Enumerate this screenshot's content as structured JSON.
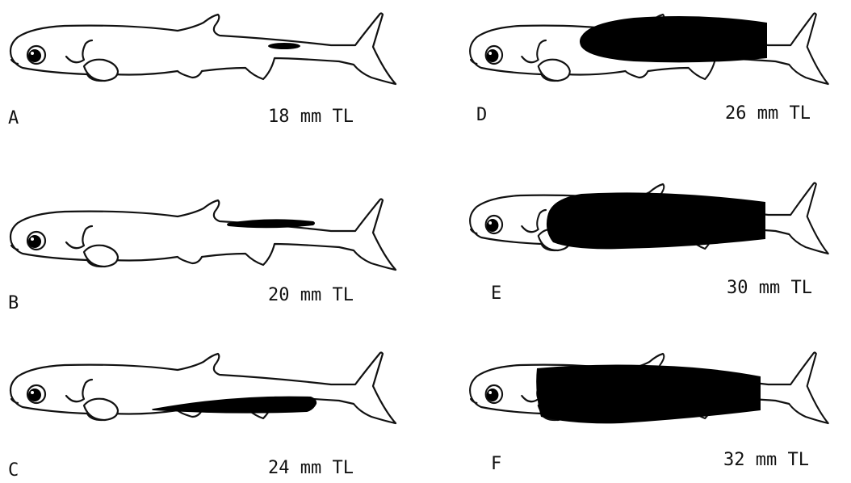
{
  "figure": {
    "panels": [
      {
        "id": "A",
        "label": "A",
        "size": "18 mm TL",
        "pigment": "spot"
      },
      {
        "id": "B",
        "label": "B",
        "size": "20 mm TL",
        "pigment": "bar"
      },
      {
        "id": "C",
        "label": "C",
        "size": "24 mm TL",
        "pigment": "long-bar"
      },
      {
        "id": "D",
        "label": "D",
        "size": "26 mm TL",
        "pigment": "mid-body"
      },
      {
        "id": "E",
        "label": "E",
        "size": "30 mm TL",
        "pigment": "most-body"
      },
      {
        "id": "F",
        "label": "F",
        "size": "32 mm TL",
        "pigment": "full-body"
      }
    ]
  }
}
